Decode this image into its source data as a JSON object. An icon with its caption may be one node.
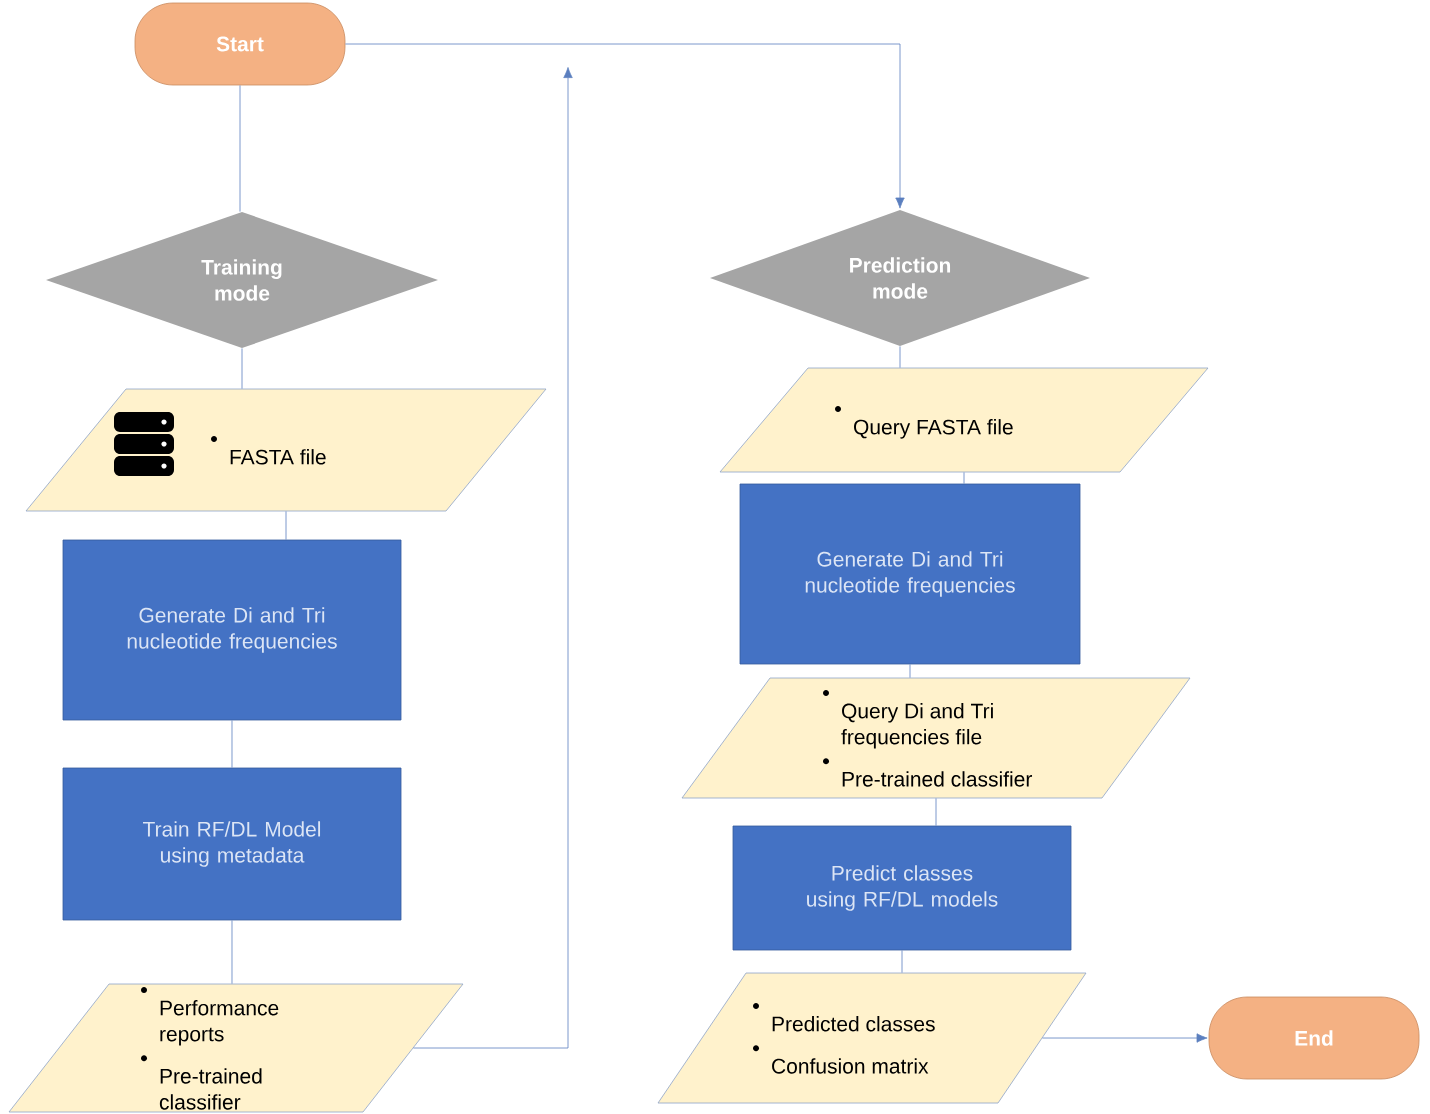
{
  "diagram": {
    "nodes": [
      {
        "text": [
          "Start"
        ]
      },
      {
        "text": [
          "Training mode"
        ]
      },
      {
        "text": [
          "FASTA file"
        ]
      },
      {
        "text": [
          "Generate Di and Tri nucleotide frequencies"
        ]
      },
      {
        "text": [
          "Train RF/DL Model using metadata"
        ]
      },
      {
        "text": [
          "Performance reports",
          "Pre-trained classifier"
        ]
      },
      {
        "text": [
          "Prediction mode"
        ]
      },
      {
        "text": [
          "Query FASTA file"
        ]
      },
      {
        "text": [
          "Generate Di and Tri nucleotide frequencies"
        ]
      },
      {
        "text": [
          "Query Di and Tri frequencies file",
          "Pre-trained classifier"
        ]
      },
      {
        "text": [
          "Predict classes using RF/DL models"
        ]
      },
      {
        "text": [
          "Predicted classes",
          "Confusion matrix"
        ]
      },
      {
        "text": [
          "End"
        ]
      }
    ],
    "edges": [
      {
        "from": 0,
        "to": 1,
        "arrow": "none"
      },
      {
        "from": 1,
        "to": 2,
        "arrow": "none"
      },
      {
        "from": 2,
        "to": 3,
        "arrow": "none"
      },
      {
        "from": 3,
        "to": 4,
        "arrow": "none"
      },
      {
        "from": 4,
        "to": 5,
        "arrow": "none"
      },
      {
        "from": 5,
        "to": null,
        "arrow": "to"
      },
      {
        "from": 0,
        "to": 6,
        "arrow": "to"
      },
      {
        "from": 6,
        "to": 7,
        "arrow": "none"
      },
      {
        "from": 7,
        "to": 8,
        "arrow": "none"
      },
      {
        "from": 8,
        "to": 9,
        "arrow": "none"
      },
      {
        "from": 9,
        "to": 10,
        "arrow": "none"
      },
      {
        "from": 10,
        "to": 11,
        "arrow": "none"
      },
      {
        "from": 11,
        "to": 12,
        "arrow": "to"
      }
    ]
  }
}
